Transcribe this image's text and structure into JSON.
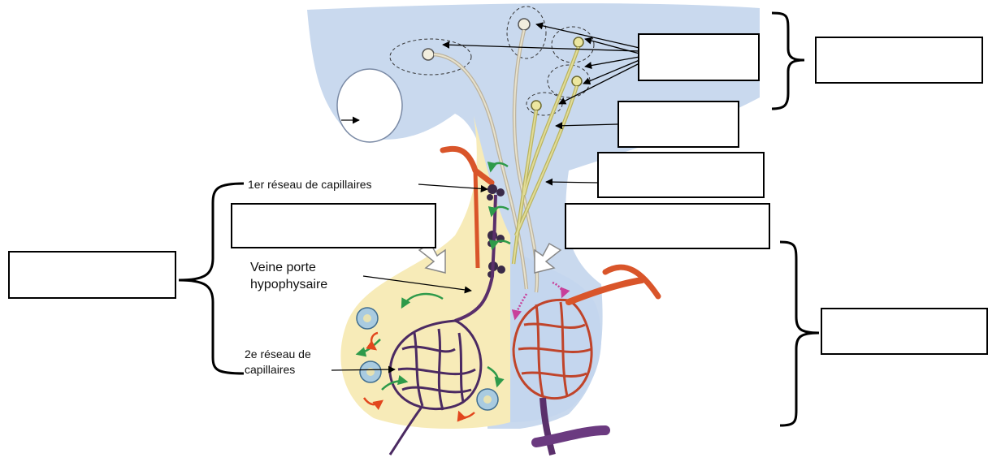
{
  "labels": {
    "capillary_network_1": "1er réseau de capillaires",
    "portal_vein_line1": "Veine porte",
    "portal_vein_line2": "hypophysaire",
    "capillary_network_2_line1": "2e réseau de",
    "capillary_network_2_line2": "capillaires"
  },
  "answer_boxes": [
    "",
    "",
    "",
    "",
    "",
    "",
    "",
    ""
  ],
  "colors": {
    "hypothalamus": "#c9d9ee",
    "anterior_lobe": "#f7ebb8",
    "posterior_lobe": "#c4d6ee",
    "artery": "#d9552a",
    "portal_vessels": "#5a2f6b",
    "neuron": "#e2ddc4",
    "neurosecretory_neuron": "#c8c27a",
    "green_arrow": "#2e9a4a",
    "red_arrow": "#e2461d",
    "pink_arrow": "#c8409a"
  }
}
